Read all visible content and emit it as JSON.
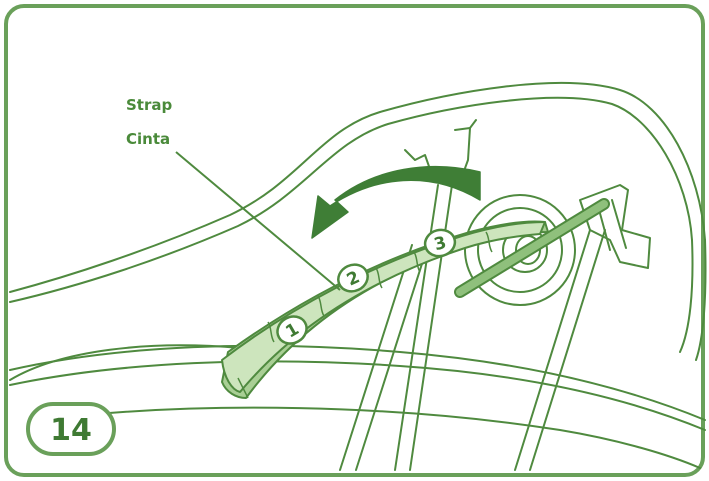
{
  "step_number": "14",
  "callout": {
    "label_en": "Strap",
    "label_es": "Cinta"
  },
  "strap_markings": [
    "1",
    "2",
    "3"
  ],
  "colors": {
    "line": "#4f8a3f",
    "frame": "#6aa05a",
    "strap_fill": "#cde5bd",
    "strap_fill_dark": "#a9cf95",
    "badge_fill": "#ffffff",
    "badge_text": "#3f7a33",
    "arrow": "#3f7e36",
    "rod": "#8fc07c",
    "label": "#4a8a3a"
  },
  "icons": {
    "rotation_arrow": "curved-arrow-left"
  }
}
